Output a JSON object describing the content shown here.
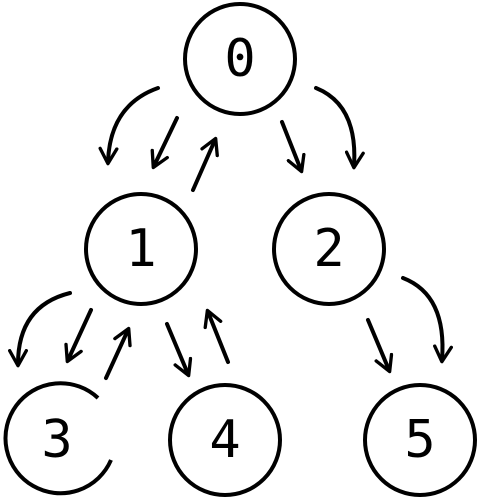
{
  "diagram": {
    "type": "tree-traversal",
    "nodes": [
      {
        "id": "0",
        "label": "0"
      },
      {
        "id": "1",
        "label": "1"
      },
      {
        "id": "2",
        "label": "2"
      },
      {
        "id": "3",
        "label": "3"
      },
      {
        "id": "4",
        "label": "4"
      },
      {
        "id": "5",
        "label": "5"
      }
    ],
    "edges": [
      {
        "from": "0",
        "to": "1"
      },
      {
        "from": "0",
        "to": "2"
      },
      {
        "from": "1",
        "to": "3"
      },
      {
        "from": "1",
        "to": "4"
      },
      {
        "from": "2",
        "to": "5"
      }
    ],
    "stroke_color": "#000000",
    "background_color": "#ffffff"
  }
}
